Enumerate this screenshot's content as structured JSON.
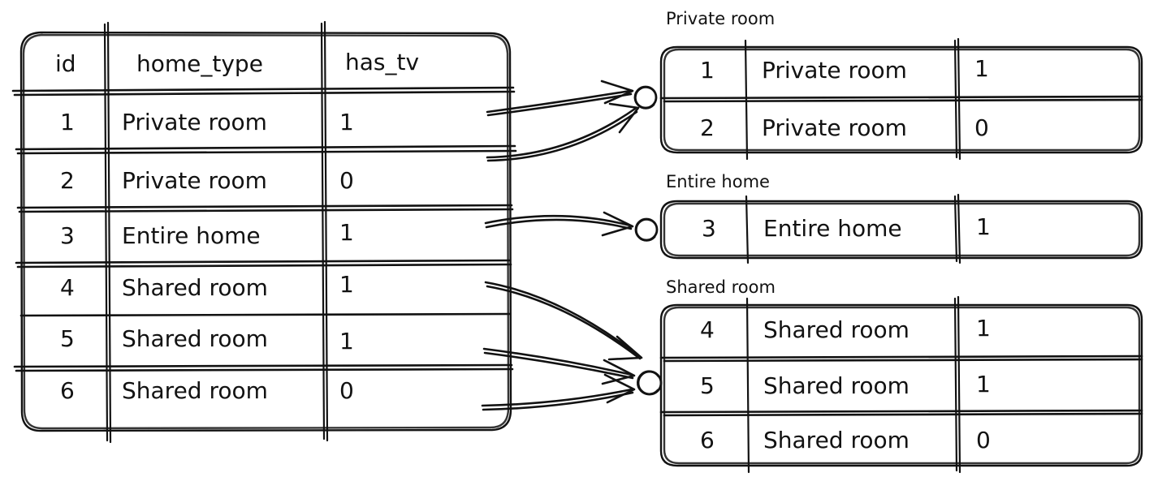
{
  "diagram": {
    "title_hidden": "",
    "style": "hand-drawn sketch",
    "stroke_color": "#121212",
    "background_color": "#ffffff"
  },
  "source_table": {
    "name": "source-table",
    "columns": [
      "id",
      "home_type",
      "has_tv"
    ],
    "rows": [
      {
        "id": "1",
        "home_type": "Private room",
        "has_tv": "1"
      },
      {
        "id": "2",
        "home_type": "Private room",
        "has_tv": "0"
      },
      {
        "id": "3",
        "home_type": "Entire home",
        "has_tv": "1"
      },
      {
        "id": "4",
        "home_type": "Shared room",
        "has_tv": "1"
      },
      {
        "id": "5",
        "home_type": "Shared room",
        "has_tv": "1"
      },
      {
        "id": "6",
        "home_type": "Shared room",
        "has_tv": "0"
      }
    ]
  },
  "partitions": [
    {
      "label": "Private room",
      "rows": [
        {
          "id": "1",
          "home_type": "Private room",
          "has_tv": "1"
        },
        {
          "id": "2",
          "home_type": "Private room",
          "has_tv": "0"
        }
      ]
    },
    {
      "label": "Entire home",
      "rows": [
        {
          "id": "3",
          "home_type": "Entire home",
          "has_tv": "1"
        }
      ]
    },
    {
      "label": "Shared room",
      "rows": [
        {
          "id": "4",
          "home_type": "Shared room",
          "has_tv": "1"
        },
        {
          "id": "5",
          "home_type": "Shared room",
          "has_tv": "1"
        },
        {
          "id": "6",
          "home_type": "Shared room",
          "has_tv": "0"
        }
      ]
    }
  ],
  "connectors": [
    {
      "name": "arrow-row1-to-private-room"
    },
    {
      "name": "arrow-row2-to-private-room"
    },
    {
      "name": "arrow-row3-to-entire-home"
    },
    {
      "name": "arrow-row4-to-shared-room"
    },
    {
      "name": "arrow-row5-to-shared-room"
    },
    {
      "name": "arrow-row6-to-shared-room"
    }
  ]
}
